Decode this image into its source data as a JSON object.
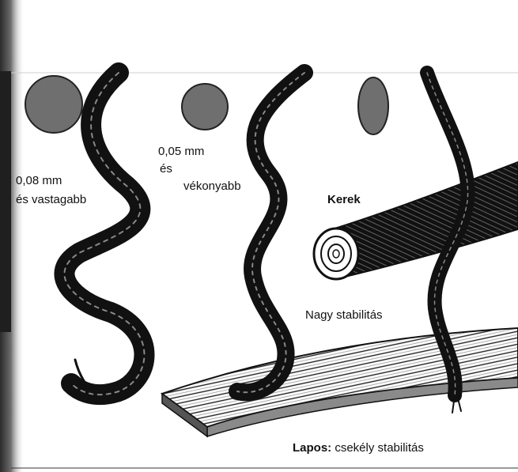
{
  "labels": {
    "thick": "0,08 mm",
    "thick_suffix": "és vastagabb",
    "thin": "0,05 mm",
    "thin_and": "és",
    "thin_suffix": "vékonyabb",
    "round": "Kerek",
    "high_stability": "Nagy stabilitás",
    "flat_bold": "Lapos:",
    "flat_rest": "csekély stabilitás"
  },
  "colors": {
    "ink": "#111111",
    "cross_section": "#6f6f6f",
    "page_shadow": "#4a4a4a",
    "paper": "#ffffff"
  },
  "icons": [
    "round-cross-section-icon",
    "small-round-cross-section-icon",
    "oval-cross-section-icon"
  ]
}
